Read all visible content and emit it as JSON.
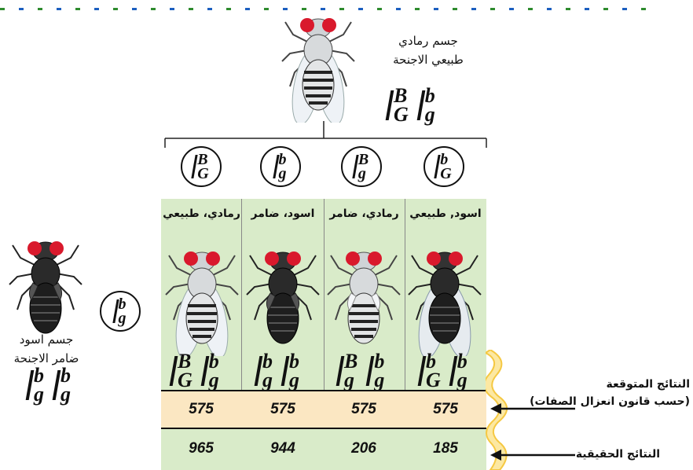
{
  "colors": {
    "cell_green": "#d9ebc9",
    "expected_row": "#fbe7c2",
    "accent_orange": "#f5c842",
    "eye_red": "#d9192c"
  },
  "parent_top": {
    "label_line1": "جسم رمادي",
    "label_line2": "طبيعي الاجنحة",
    "genotype": [
      {
        "top": "B",
        "bottom": "G"
      },
      {
        "top": "b",
        "bottom": "g"
      }
    ]
  },
  "parent_left": {
    "label_line1": "جسم اسود",
    "label_line2": "ضامر الاجنحة",
    "genotype": [
      {
        "top": "b",
        "bottom": "g"
      },
      {
        "top": "b",
        "bottom": "g"
      }
    ],
    "gamete": {
      "top": "b",
      "bottom": "g"
    }
  },
  "gametes_top": [
    {
      "top": "B",
      "bottom": "G"
    },
    {
      "top": "b",
      "bottom": "g"
    },
    {
      "top": "B",
      "bottom": "g"
    },
    {
      "top": "b",
      "bottom": "G"
    }
  ],
  "offspring": [
    {
      "header": "رمادي، طبيعي",
      "body": "gray",
      "wings": "normal",
      "genotype": [
        {
          "top": "B",
          "bottom": "G"
        },
        {
          "top": "b",
          "bottom": "g"
        }
      ],
      "expected": "575",
      "actual": "965"
    },
    {
      "header": "اسود، ضامر",
      "body": "black",
      "wings": "vestigial",
      "genotype": [
        {
          "top": "b",
          "bottom": "g"
        },
        {
          "top": "b",
          "bottom": "g"
        }
      ],
      "expected": "575",
      "actual": "944"
    },
    {
      "header": "رمادي، ضامر",
      "body": "gray",
      "wings": "vestigial",
      "genotype": [
        {
          "top": "B",
          "bottom": "g"
        },
        {
          "top": "b",
          "bottom": "g"
        }
      ],
      "expected": "575",
      "actual": "206"
    },
    {
      "header": "اسود, طبيعي",
      "body": "black",
      "wings": "normal",
      "genotype": [
        {
          "top": "b",
          "bottom": "G"
        },
        {
          "top": "b",
          "bottom": "g"
        }
      ],
      "expected": "575",
      "actual": "185"
    }
  ],
  "labels": {
    "expected_line1": "النتائج المتوقعة",
    "expected_line2": "(حسب قانون انعزال الصفات)",
    "actual": "النتائج الحقيقية"
  }
}
